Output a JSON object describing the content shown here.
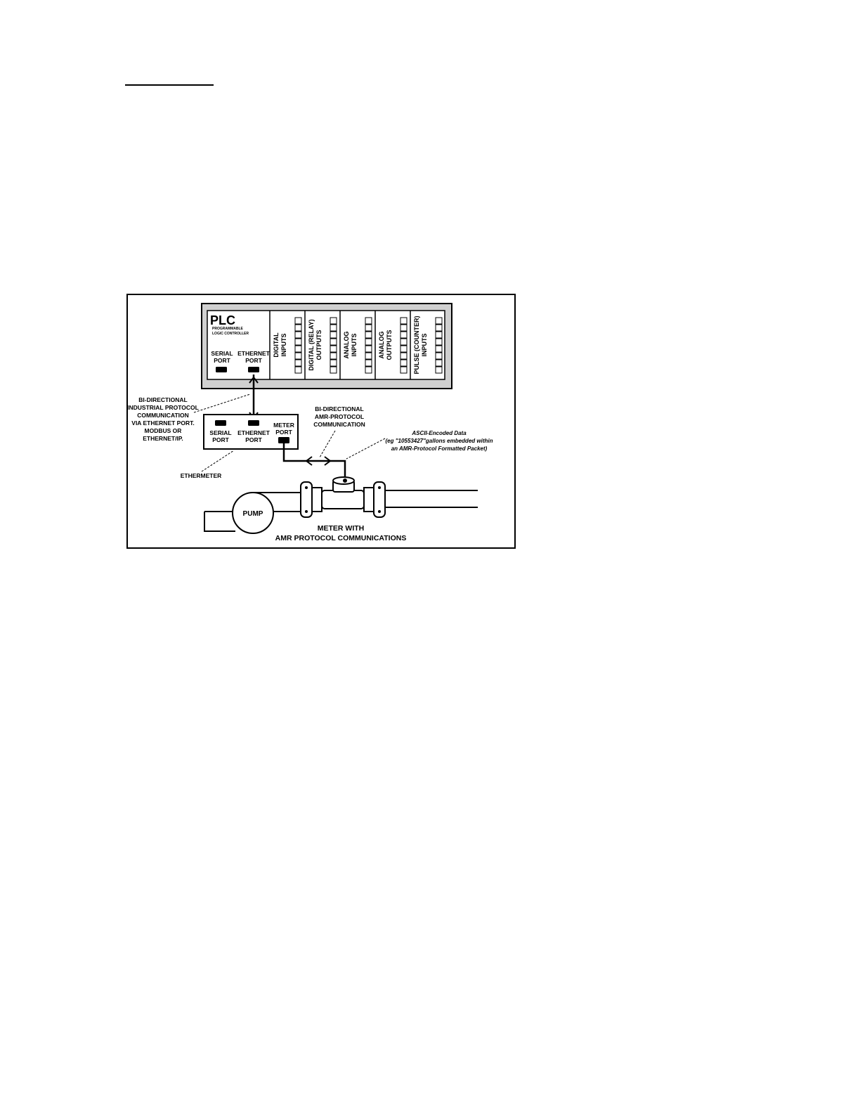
{
  "plc": {
    "title": "PLC",
    "subtitle_line1": "PROGRAMMABLE",
    "subtitle_line2": "LOGIC CONTROLLER",
    "serial_port": [
      "SERIAL",
      "PORT"
    ],
    "ethernet_port": [
      "ETHERNET",
      "PORT"
    ],
    "modules": [
      [
        "DIGITAL",
        "INPUTS"
      ],
      [
        "DIGITAL (RELAY)",
        "OUTPUTS"
      ],
      [
        "ANALOG",
        "INPUTS"
      ],
      [
        "ANALOG",
        "OUTPUTS"
      ],
      [
        "PULSE (COUNTER)",
        "INPUTS"
      ]
    ]
  },
  "ethermeter": {
    "label": "ETHERMETER",
    "serial_port": [
      "SERIAL",
      "PORT"
    ],
    "ethernet_port": [
      "ETHERNET",
      "PORT"
    ],
    "meter_port": [
      "METER",
      "PORT"
    ]
  },
  "annotations": {
    "industrial_protocol": [
      "BI-DIRECTIONAL",
      "INDUSTRIAL PROTOCOL",
      "COMMUNICATION",
      "VIA ETHERNET PORT.",
      "MODBUS OR",
      "ETHERNET/IP."
    ],
    "amr_protocol": [
      "BI-DIRECTIONAL",
      "AMR-PROTOCOL",
      "COMMUNICATION"
    ],
    "ascii_data": [
      "ASCII-Encoded Data",
      "(eg \"10553427\"gallons embedded within",
      "an AMR-Protocol Formatted Packet)"
    ]
  },
  "pump_label": "PUMP",
  "meter_label": [
    "METER WITH",
    "AMR PROTOCOL COMMUNICATIONS"
  ]
}
